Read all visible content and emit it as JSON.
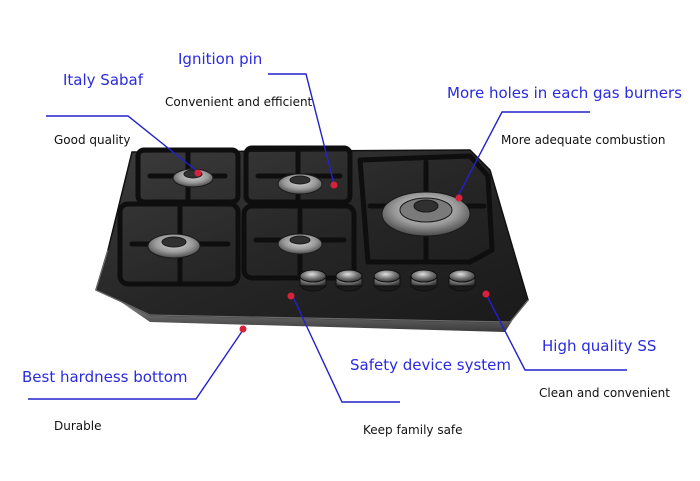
{
  "callouts": [
    {
      "title": "Italy Sabaf",
      "desc": "Good quality"
    },
    {
      "title": "Ignition pin",
      "desc": "Convenient and efficient"
    },
    {
      "title": "More holes in each gas burners",
      "desc": "More adequate combustion"
    },
    {
      "title": "High quality SS",
      "desc": "Clean and convenient"
    },
    {
      "title": "Safety device system",
      "desc": "Keep family safe"
    },
    {
      "title": "Best hardness bottom",
      "desc": "Durable"
    }
  ],
  "colors": {
    "title": "#2a2ae0",
    "leader": "#2222cc",
    "marker": "#d8213b",
    "hob": "#2a2a2a"
  }
}
